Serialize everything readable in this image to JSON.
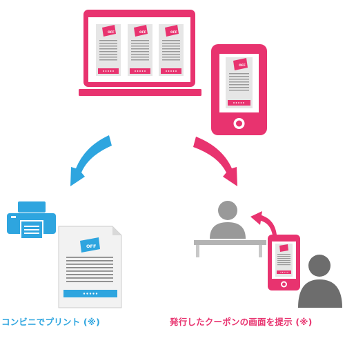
{
  "captions": {
    "print_at_store": "コンビニでプリント (※)",
    "show_coupon_screen": "発行したクーポンの画面を提示 (※)"
  },
  "coupon": {
    "off_label": "OFF"
  },
  "colors": {
    "pink": "#e8336f",
    "blue": "#2ea5df",
    "gray": "#999999",
    "dark_gray": "#6d6d6d",
    "light_gray": "#e6e6e6",
    "paper": "#f2f2f2"
  },
  "icons": [
    "laptop-icon",
    "smartphone-icon",
    "printer-icon",
    "coupon-paper-icon",
    "clerk-icon",
    "counter-icon",
    "customer-icon",
    "curved-arrow-icon"
  ]
}
